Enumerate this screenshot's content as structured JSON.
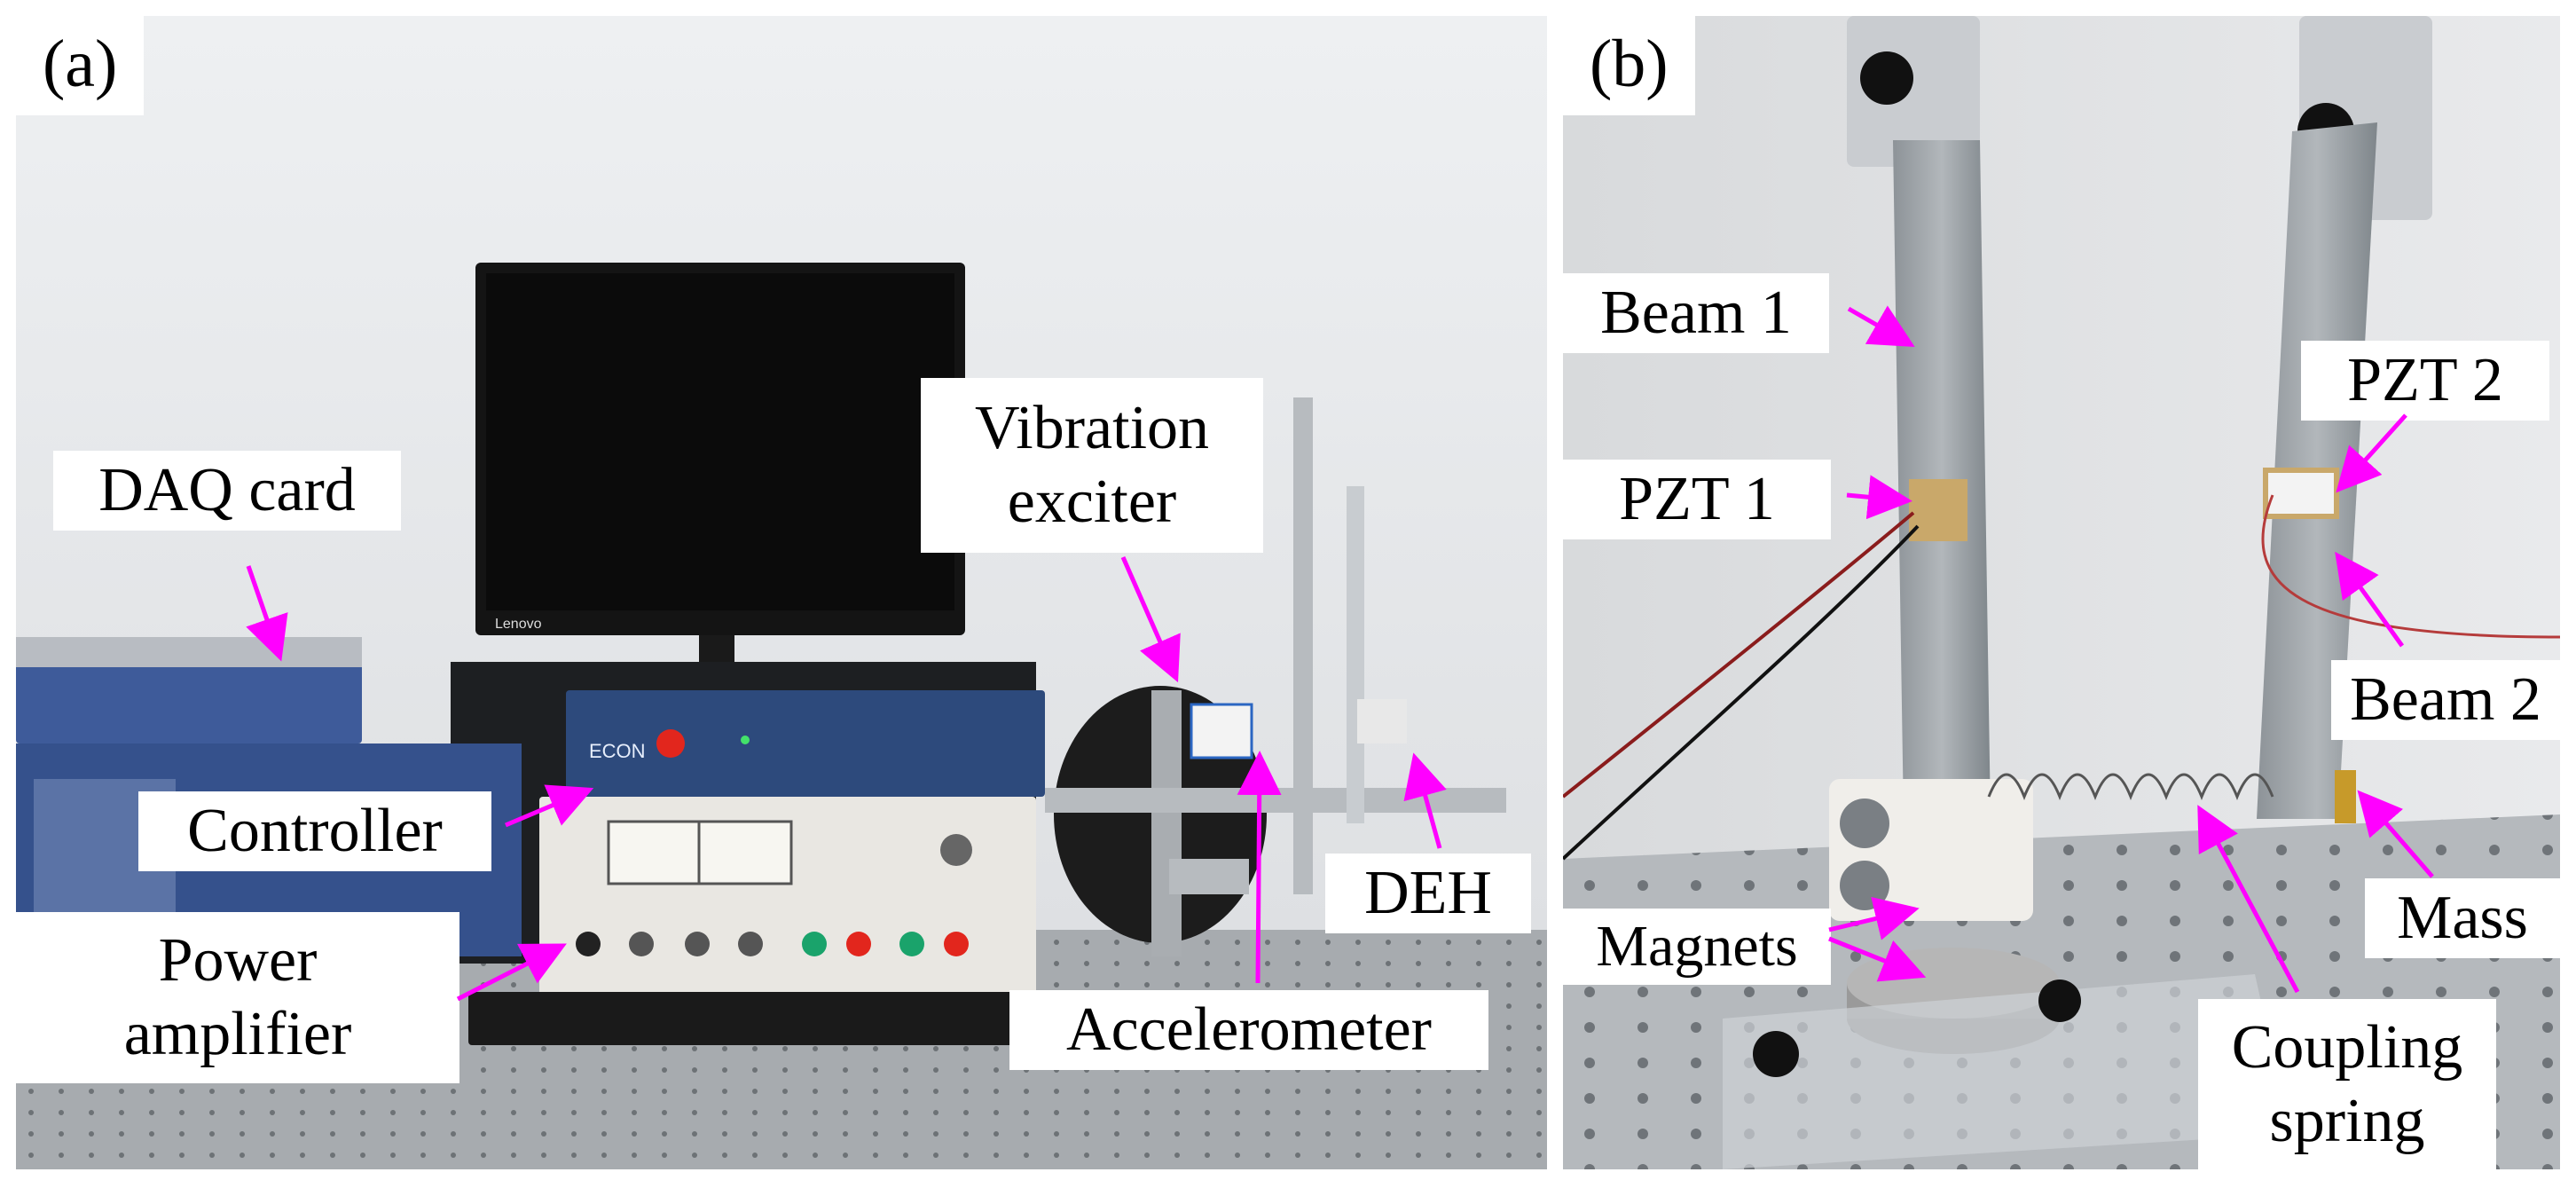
{
  "panels": [
    {
      "letter": "(a)",
      "labels": {
        "daq_card": "DAQ card",
        "vibration_exciter_1": "Vibration",
        "vibration_exciter_2": "exciter",
        "controller": "Controller",
        "power_amplifier_1": "Power",
        "power_amplifier_2": "amplifier",
        "dev": "DEH",
        "accelerometer": "Accelerometer"
      }
    },
    {
      "letter": "(b)",
      "labels": {
        "beam1": "Beam 1",
        "pzt1": "PZT 1",
        "pzt2": "PZT 2",
        "beam2": "Beam 2",
        "mass": "Mass",
        "magnets": "Magnets",
        "coupling_1": "Coupling",
        "coupling_2": "spring"
      }
    }
  ],
  "colors": {
    "arrow": "#ff00ff",
    "wall": "#e7e8ea",
    "table": "#9ea3a8"
  },
  "device_text": {
    "monitor_brand": "Lenovo",
    "controller_brand": "ECON"
  }
}
